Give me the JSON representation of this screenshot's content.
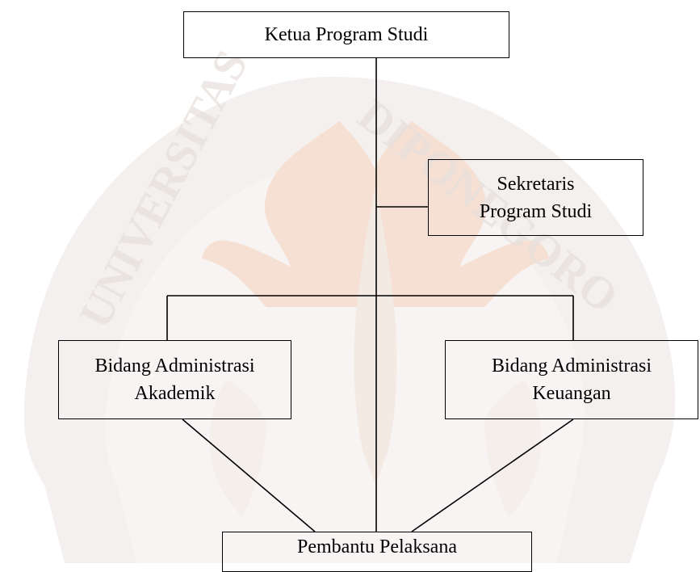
{
  "nodes": {
    "ketua": {
      "line1": "Ketua Program Studi"
    },
    "sekretaris": {
      "line1": "Sekretaris",
      "line2": "Program Studi"
    },
    "akademik": {
      "line1": "Bidang Administrasi",
      "line2": "Akademik"
    },
    "keuangan": {
      "line1": "Bidang Administrasi",
      "line2": "Keuangan"
    },
    "pembantu": {
      "line1": "Pembantu Pelaksana"
    }
  },
  "watermark": {
    "top_text": "UNIVERSITAS DIPONEGORO",
    "colors": {
      "inner": "#e8b08a",
      "outer": "#e3dcd9"
    }
  },
  "colors": {
    "line": "#000000",
    "text": "#000000",
    "background": "#ffffff"
  }
}
